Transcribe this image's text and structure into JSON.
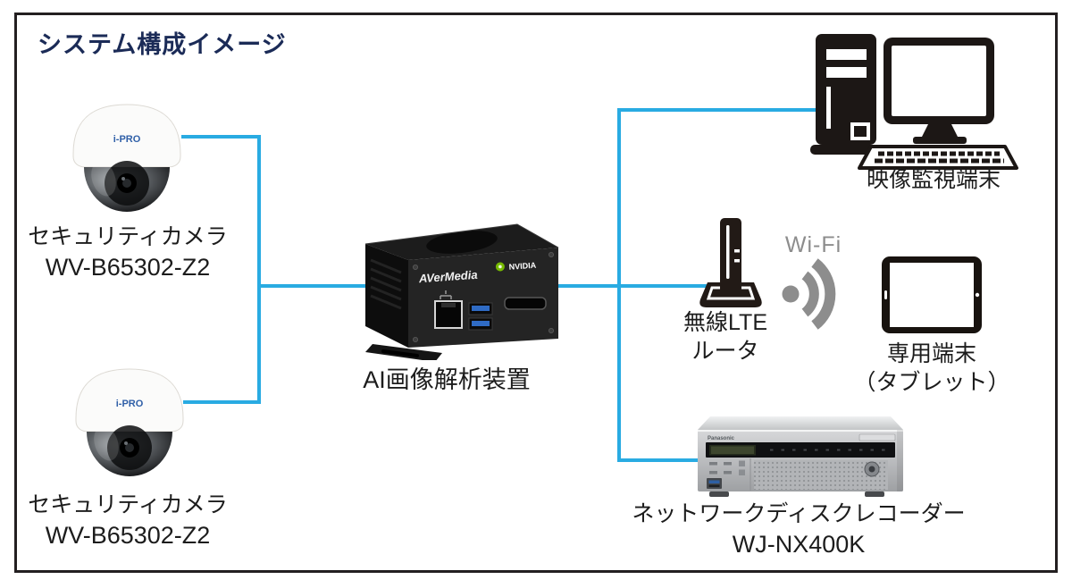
{
  "title": "システム構成イメージ",
  "colors": {
    "connector": "#29abe2",
    "title": "#1b2b57",
    "wifi_gray": "#8d8d8d"
  },
  "nodes": {
    "camera1": {
      "brand": "i-PRO",
      "name": "セキュリティカメラ",
      "model": "WV-B65302-Z2"
    },
    "camera2": {
      "brand": "i-PRO",
      "name": "セキュリティカメラ",
      "model": "WV-B65302-Z2"
    },
    "ai_analyzer": {
      "brand": "AVerMedia",
      "badge": "NVIDIA",
      "label": "AI画像解析装置"
    },
    "monitoring_pc": {
      "label": "映像監視端末"
    },
    "lte_router": {
      "label_line1": "無線LTE",
      "label_line2": "ルータ"
    },
    "wifi": {
      "label": "Wi-Fi"
    },
    "tablet": {
      "label_line1": "専用端末",
      "label_line2": "（タブレット）"
    },
    "recorder": {
      "brand": "Panasonic",
      "label_line1": "ネットワークディスクレコーダー",
      "label_line2": "WJ-NX400K"
    }
  }
}
